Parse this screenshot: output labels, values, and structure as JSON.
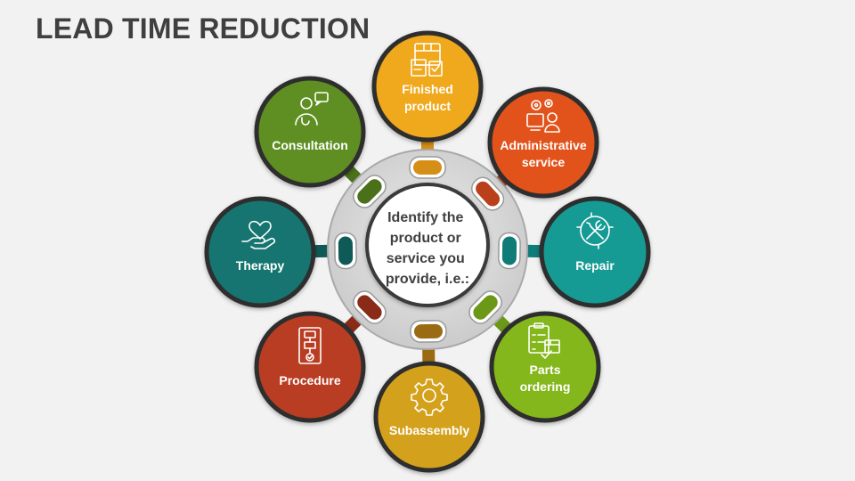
{
  "slide": {
    "title": "LEAD TIME REDUCTION"
  },
  "diagram": {
    "center": {
      "lines": [
        "Identify the",
        "product or",
        "service you",
        "provide, i.e.:"
      ]
    },
    "nodes": [
      {
        "id": "finished-product",
        "lines": [
          "Finished",
          "product"
        ],
        "color": "#f0a81e",
        "connector": "#d58f16",
        "icon": "box-documents-icon"
      },
      {
        "id": "administrative-service",
        "lines": [
          "Administrative",
          "service"
        ],
        "color": "#e2521d",
        "connector": "#b9401a",
        "icon": "admin-gears-icon"
      },
      {
        "id": "repair",
        "lines": [
          "Repair"
        ],
        "color": "#139a94",
        "connector": "#0f7c78",
        "icon": "wrench-gear-icon"
      },
      {
        "id": "parts-ordering",
        "lines": [
          "Parts",
          "ordering"
        ],
        "color": "#84b71d",
        "connector": "#6b9817",
        "icon": "clipboard-box-icon"
      },
      {
        "id": "subassembly",
        "lines": [
          "Subassembly"
        ],
        "color": "#d4a11c",
        "connector": "#9b6b13",
        "icon": "gear-icon"
      },
      {
        "id": "procedure",
        "lines": [
          "Procedure"
        ],
        "color": "#b83d22",
        "connector": "#8a2b18",
        "icon": "procedure-checklist-icon"
      },
      {
        "id": "therapy",
        "lines": [
          "Therapy"
        ],
        "color": "#17746f",
        "connector": "#0f5a56",
        "icon": "hand-heart-icon"
      },
      {
        "id": "consultation",
        "lines": [
          "Consultation"
        ],
        "color": "#5e8f22",
        "connector": "#4a711a",
        "icon": "consultation-person-icon"
      }
    ]
  }
}
